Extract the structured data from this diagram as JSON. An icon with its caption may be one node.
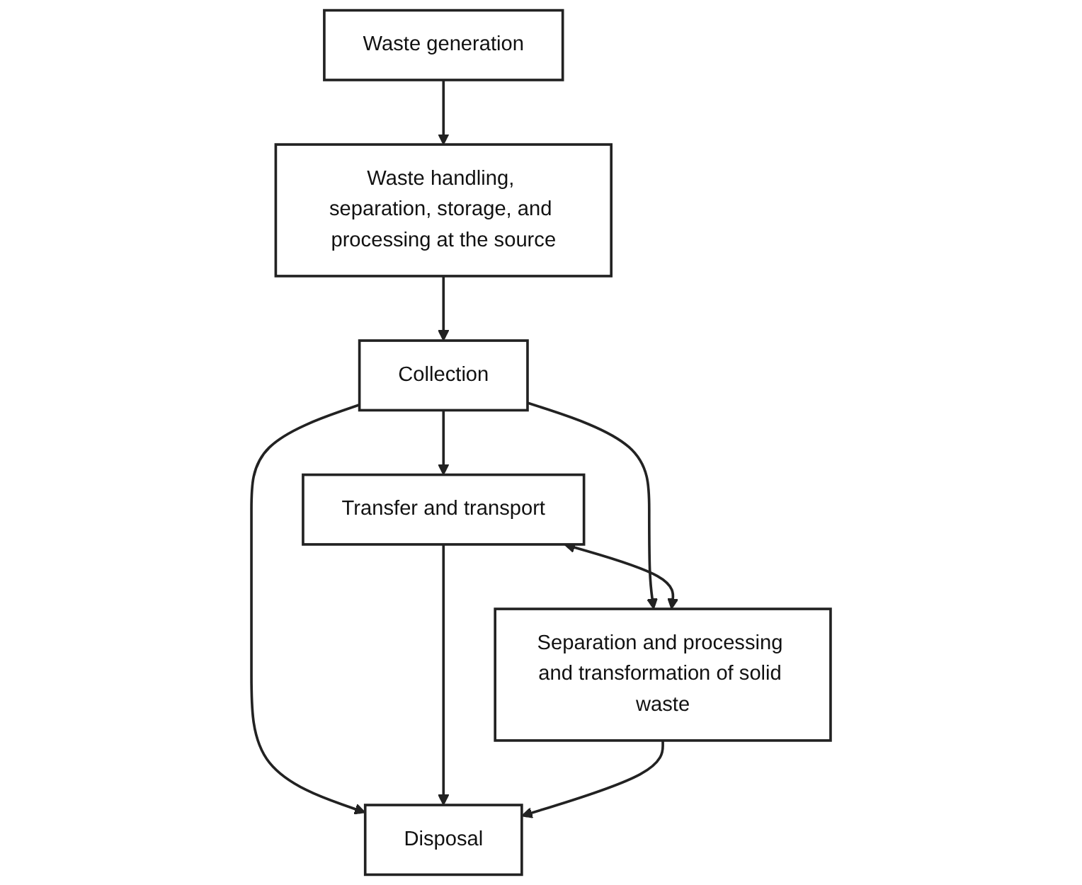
{
  "diagram": {
    "nodes": [
      {
        "text": [
          "Waste generation"
        ]
      },
      {
        "text": [
          "Waste handling, separation, storage, and processing at the source"
        ]
      },
      {
        "text": [
          "Collection"
        ]
      },
      {
        "text": [
          "Transfer and transport"
        ]
      },
      {
        "text": [
          "Separation and processing and transformation of solid waste"
        ]
      },
      {
        "text": [
          "Disposal"
        ]
      }
    ],
    "edges": [
      {
        "from": 0,
        "to": 1,
        "arrow": "to"
      },
      {
        "from": 1,
        "to": 2,
        "arrow": "to"
      },
      {
        "from": 2,
        "to": 3,
        "arrow": "to"
      },
      {
        "from": 2,
        "to": 5,
        "arrow": "to"
      },
      {
        "from": 2,
        "to": 4,
        "arrow": "to"
      },
      {
        "from": 3,
        "to": 4,
        "arrow": "both"
      },
      {
        "from": 3,
        "to": 5,
        "arrow": "to"
      },
      {
        "from": 4,
        "to": 5,
        "arrow": "to"
      }
    ]
  }
}
